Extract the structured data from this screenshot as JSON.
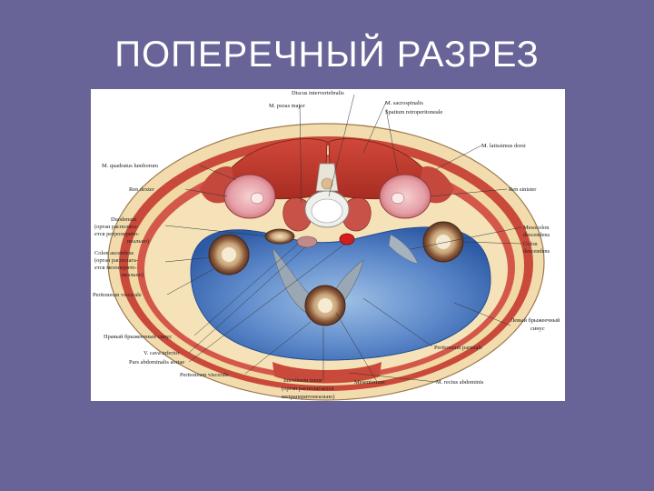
{
  "slide": {
    "title": "ПОПЕРЕЧНЫЙ РАЗРЕЗ"
  },
  "figure": {
    "labels": {
      "discus": "Discus intervertebralis",
      "psoas": "M. psoas major",
      "sacrospinalis": "M. sacrospinalis",
      "spatium": "Spatium retroperitoneale",
      "latissimus": "M. latissimus dorsi",
      "quadratus": "M. quadratus lumborum",
      "ren_dexter": "Ren dexter",
      "ren_sinister": "Ren sinister",
      "duodenum": "Duodenum",
      "duodenum_note_1": "(орган располага-",
      "duodenum_note_2": "ется ретроперито-",
      "duodenum_note_3": "неально)",
      "colon_asc": "Colon ascendens",
      "colon_asc_note_1": "(орган располага-",
      "colon_asc_note_2": "ется мезоперито-",
      "colon_asc_note_3": "неально)",
      "peritoneum_visc_left": "Peritoneum viscerale",
      "mesocolon": "Mesocolon",
      "mesocolon_2": "descendens",
      "colon_desc": "Colon",
      "colon_desc_2": "descendens",
      "left_sinus_1": "Левый брыжеечный",
      "left_sinus_2": "синус",
      "right_sinus": "Правый брыжеечный синус",
      "vena_cava": "V. cava inferior",
      "aorta": "Pars abdominalis aortae",
      "peritoneum_visc_bottom": "Peritoneum viscerale",
      "peritoneum_parietale": "Peritoneum parietale",
      "rectus": "M. rectus abdominis",
      "intestinum": "Intestinum tenue",
      "intestinum_note_1": "(орган располагается",
      "intestinum_note_2": "интраперитонеально)",
      "mesenterium": "Mesenterium"
    }
  },
  "colors": {
    "background": "#686497",
    "muscle": "#c0392b",
    "fat": "#f1d9a4",
    "peritoneal_cavity": "#3f6fb8",
    "kidney": "#e8a3a8",
    "bone": "#f0f0ee"
  }
}
